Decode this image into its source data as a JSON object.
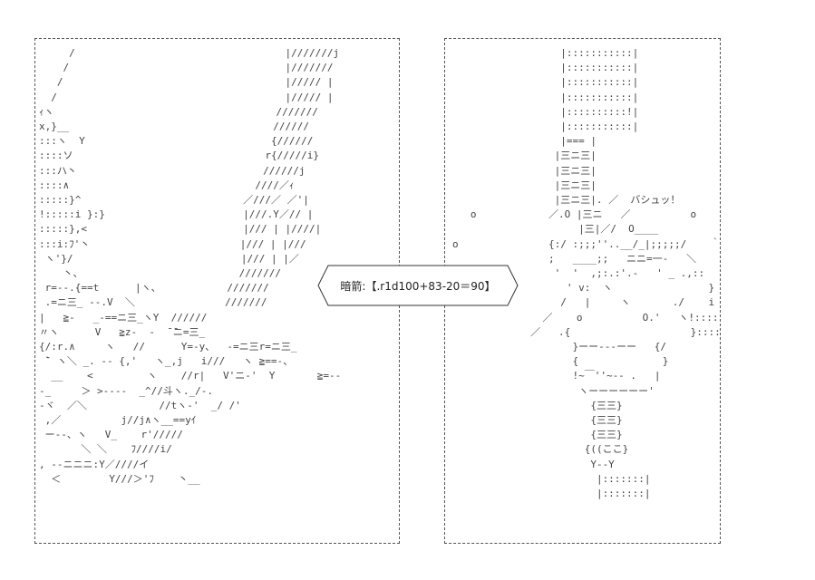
{
  "colors": {
    "background": "#ffffff",
    "ink": "#444444",
    "border": "#555555"
  },
  "left_panel": {
    "art": "     /                                   |///////j\n    /                                    |///////\n   /                                     |///// |\n  /                                      |///// |\nｨヽ                                     ///////\nx,}__                                  //////\n:::ヽ  Y                               {//////\n::::ソ                                r{/////i}\n:::ハ丶                               //////j\n::::∧                               ////／ｨ\n:::::}^                           ／///／ ／'|\n!:::::i }:}                       |///.Y／// |\n:::::},<                          |/// | |////|\n:::i:ﾌ'丶                         |/// | |///\n ヽ'}/                            |/// | |／\n    丶、                          ///////\n r=--.{==t      |ヽ、           ///////\n .=ニ三_ --.V  ＼               ///////\n|   ≧-   _-==ニ三_ヽY  //////\n〃ヽ      V   ≧z-  -  ̄ ̄ニ=三_\n{/:r.∧     ヽ   //      Y=-y、  -=ニ三r=ニ三_\n ̄` ヽ＼ _. -- {,'   ヽ_,j   i///   ヽ ≧==-、\n  __    <         ヽ    //r|   V'ニ-'  Y       ≧=--\n-_     ＞ >----  _^//斗ヽ._/-.\n-ヾ  ／＼            //tヽ-'  _/ /'\n ,／          j//j∧ヽ__==yｲ\n ー--、ヽ   V_    r'/////\n       ＼ ＼    ﾌ////i/\n, --ニニニ:Y／////イ\n  ＜        Y///＞'ﾌ    丶__"
  },
  "right_panel": {
    "art": "                  |:::::::::::|\n                  |:::::::::::|\n                  |:::::::::::|\n                  |:::::::::::|\n                  |::::::::::!|\n                  |:::::::::::|\n                  |=== |\n                 |三ニ三|\n                 |三ニ三|\n                 |三ニ三|\n                 |三ニ三|. ／  バシュッ！\n   ο            ／.O |三ニ   ／          ο\n                     |三|／/  O____\nο               {:/ :;;;''..__/_|;;;;;/    ｀ヽ、\n                ;   ____;;   ニニ=一-   ＼\n                 '  '  ,;:.:'.-   ' _ .,::    i\n                   ' v:  ヽ                }    |\n                  /   |     ヽ       ./    i\n               ／    ο          O.'   ヽ!::::   /\n             ／   .{                    }::::::__/\n                    }ーー---ーー   {/\n                    {              }\n                    !~￣''~-- .   |\n                     ヽーーーーーー'\n                       {三三}\n                       {三三}\n                       {三三}\n                      {((ここ}\n                       Y--Y\n                        |:::::::|\n                        |:::::::|"
  },
  "bubble": {
    "text": "暗箭:【.r1d100+83-20＝90】"
  }
}
